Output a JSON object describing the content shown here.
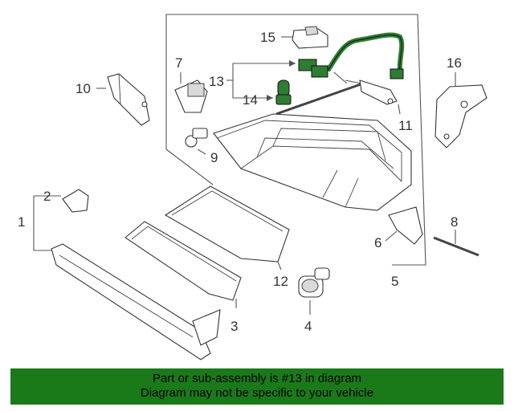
{
  "callouts": {
    "c1": "1",
    "c2": "2",
    "c3": "3",
    "c4": "4",
    "c5": "5",
    "c6": "6",
    "c7": "7",
    "c8": "8",
    "c9": "9",
    "c10": "10",
    "c11": "11",
    "c12": "12",
    "c13": "13",
    "c14": "14",
    "c15": "15",
    "c16": "16"
  },
  "banner": {
    "line1": "Part or sub-assembly is #13 in diagram",
    "line2": "Diagram may not be specific to your vehicle"
  },
  "colors": {
    "highlight": "#2e7d32",
    "banner": "#1a7a1a",
    "line": "#555555"
  }
}
